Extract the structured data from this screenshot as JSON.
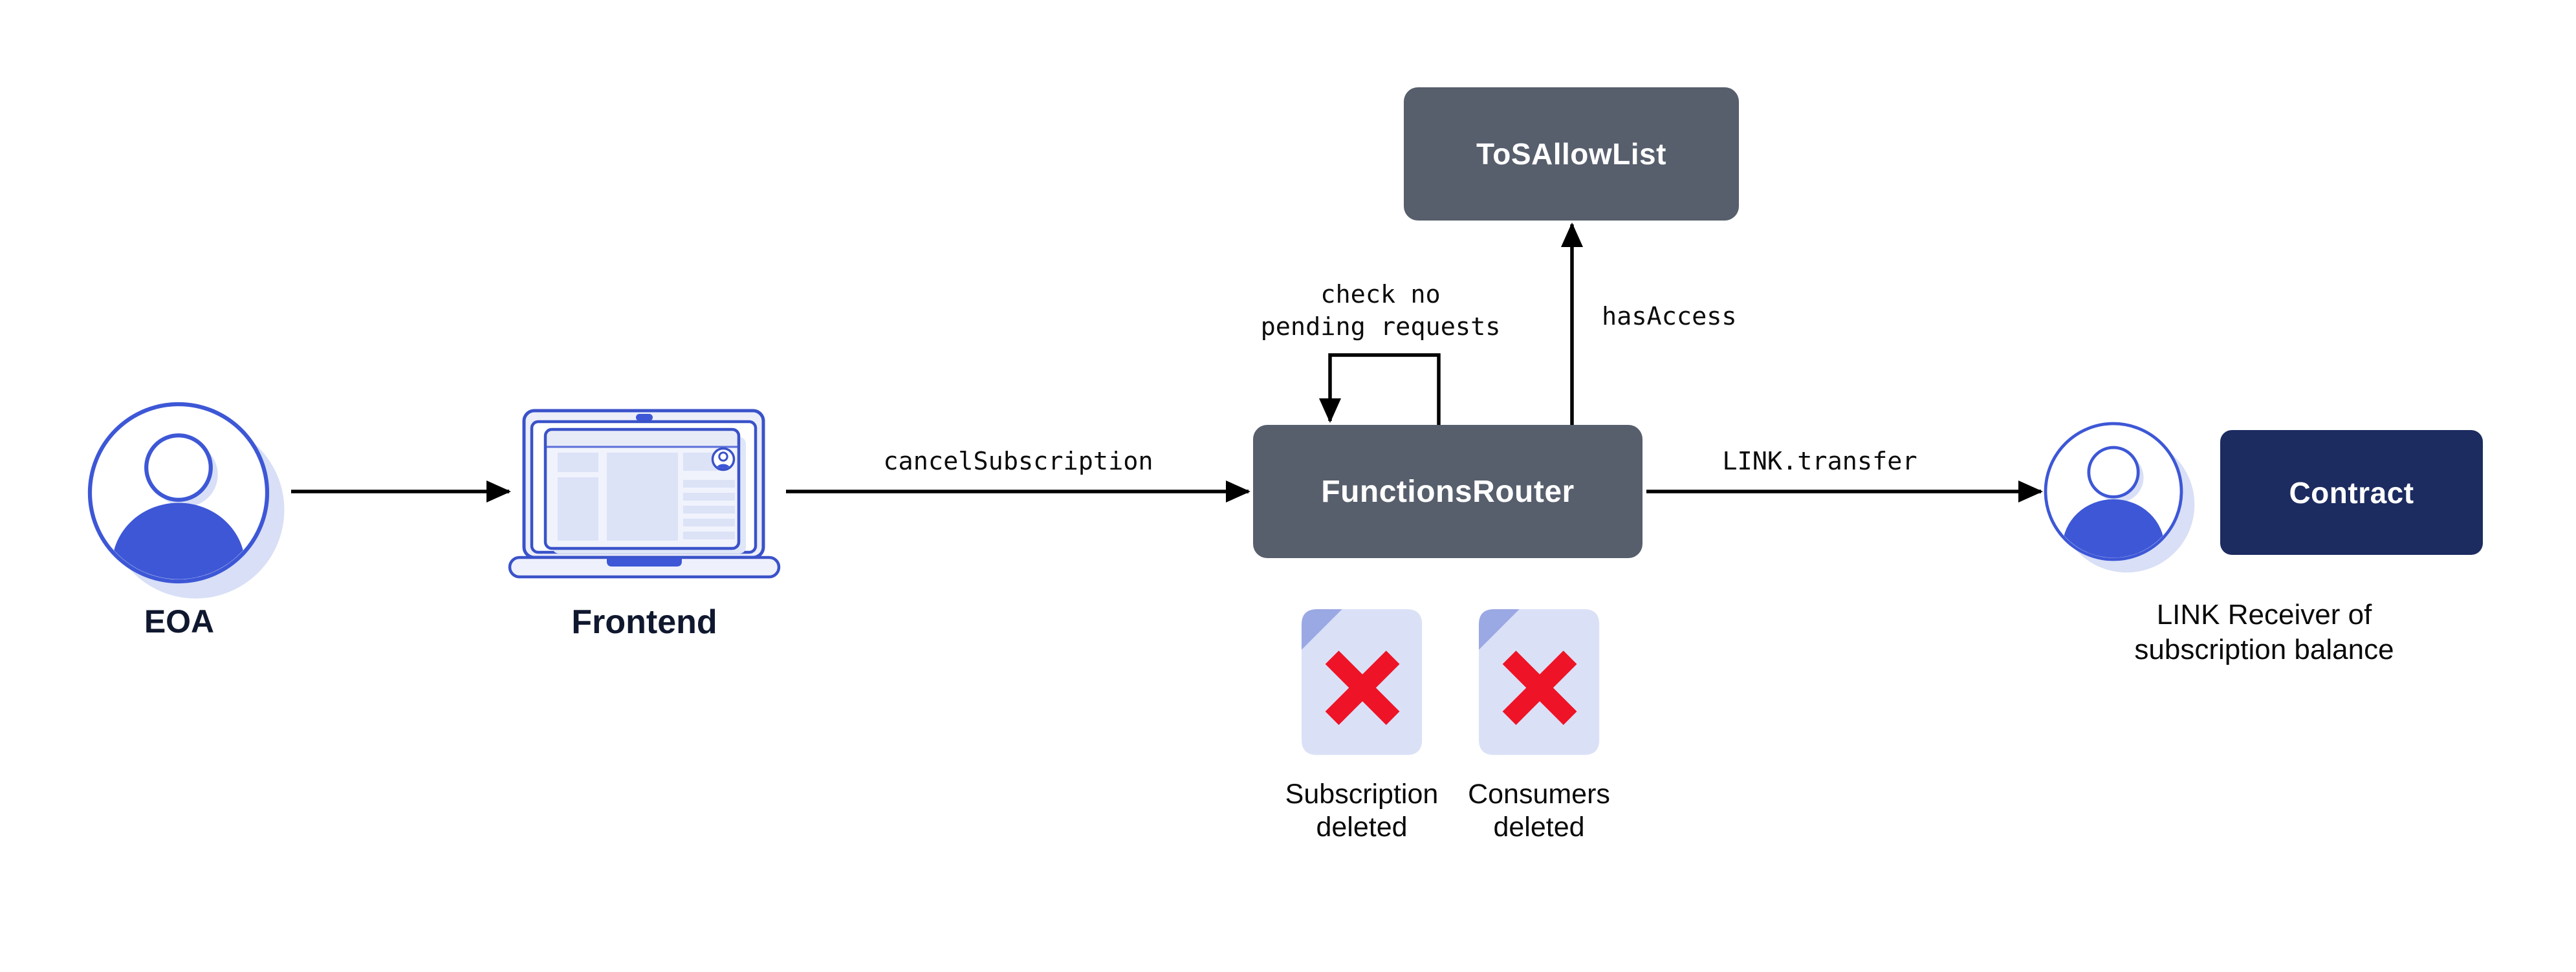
{
  "diagram": {
    "title_context": "Cancel subscription flow",
    "colors": {
      "node_slate": "#575E6C",
      "node_navy": "#1C2B60",
      "brand_blue": "#3D57D6",
      "shadow_light_blue": "#D8DFF6",
      "document_fill": "#DAE1F7",
      "document_fold": "#9AA8E4",
      "delete_red": "#EE1326",
      "label_navy": "#10182F",
      "arrow_black": "#000000",
      "background": "#FFFFFF"
    },
    "nodes": {
      "eoa": {
        "label": "EOA"
      },
      "frontend": {
        "label": "Frontend"
      },
      "functions_router": {
        "label": "FunctionsRouter"
      },
      "tos_allow_list": {
        "label": "ToSAllowList"
      },
      "contract": {
        "label": "Contract"
      },
      "link_receiver": {
        "caption_line1": "LINK Receiver of",
        "caption_line2": "subscription balance"
      }
    },
    "edges": {
      "cancel_subscription": {
        "label": "cancelSubscription"
      },
      "check_pending": {
        "label_line1": "check no",
        "label_line2": "pending requests"
      },
      "has_access": {
        "label": "hasAccess"
      },
      "link_transfer": {
        "label": "LINK.transfer"
      }
    },
    "artifacts": {
      "subscription_deleted": {
        "label_line1": "Subscription",
        "label_line2": "deleted"
      },
      "consumers_deleted": {
        "label_line1": "Consumers",
        "label_line2": "deleted"
      }
    }
  }
}
